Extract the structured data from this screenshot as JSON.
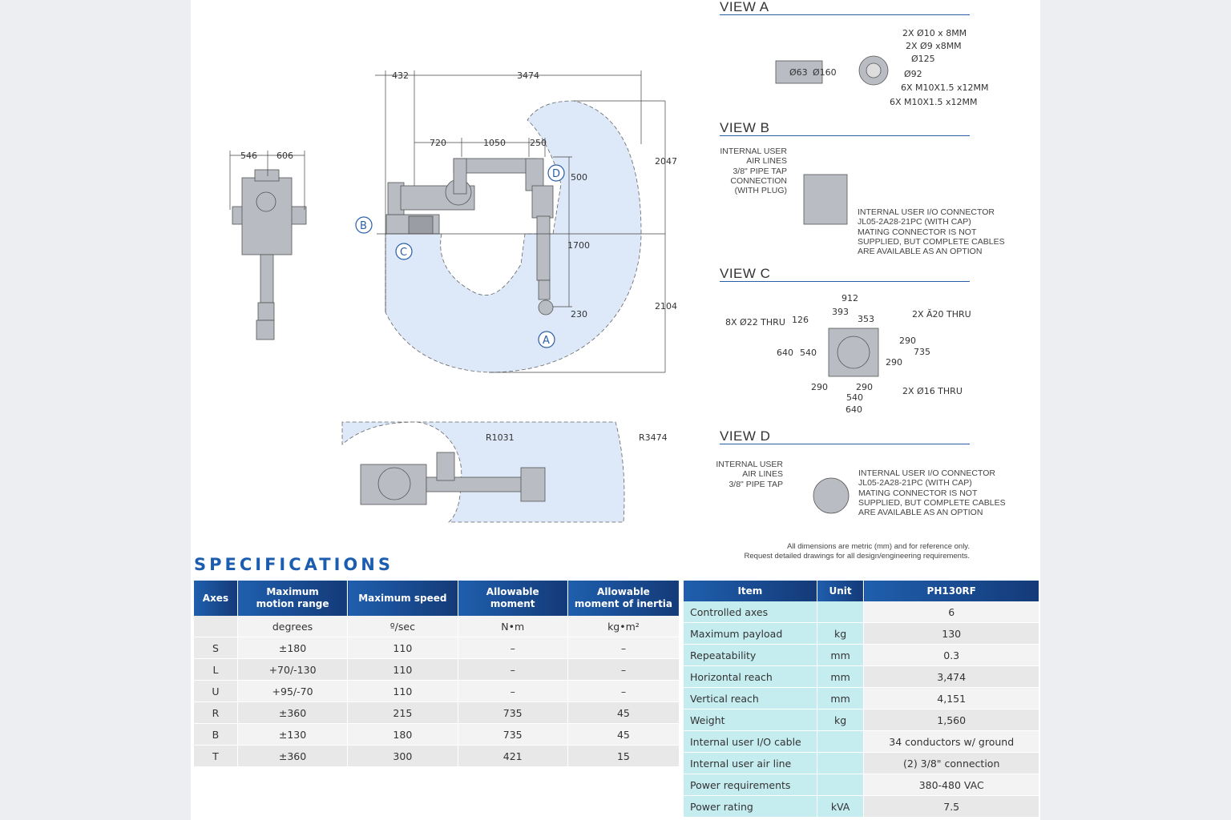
{
  "drawing": {
    "side_view": {
      "dims": [
        "546",
        "606"
      ]
    },
    "main_view": {
      "dims": [
        "432",
        "3474",
        "720",
        "1050",
        "250",
        "2047",
        "500",
        "1700",
        "230",
        "2104"
      ],
      "labels": [
        "A",
        "B",
        "C",
        "D"
      ]
    },
    "top_view": {
      "dims": [
        "R1031",
        "R3474"
      ]
    }
  },
  "view_a": {
    "title": "VIEW A",
    "dims": [
      "Ø63",
      "Ø160"
    ],
    "callouts": [
      "2X Ø10 x 8MM",
      "2X Ø9 x8MM",
      "Ø125",
      "Ø92",
      "6X M10X1.5  x12MM",
      "6X M10X1.5  x12MM"
    ]
  },
  "view_b": {
    "title": "VIEW B",
    "note_left": "INTERNAL USER\nAIR LINES\n3/8\" PIPE TAP\nCONNECTION\n(WITH PLUG)",
    "note_right": "INTERNAL USER I/O CONNECTOR\nJL05-2A28-21PC (WITH CAP)\nMATING CONNECTOR IS NOT\nSUPPLIED, BUT COMPLETE CABLES\nARE AVAILABLE AS AN OPTION"
  },
  "view_c": {
    "title": "VIEW C",
    "dims": [
      "912",
      "393",
      "353",
      "126",
      "640",
      "540",
      "290",
      "735",
      "290",
      "290",
      "290",
      "540",
      "640"
    ],
    "callouts": [
      "8X Ø22 THRU",
      "2X  Ă20 THRU",
      "2X Ø16 THRU"
    ]
  },
  "view_d": {
    "title": "VIEW D",
    "note_left": "INTERNAL USER\nAIR LINES\n3/8\" PIPE TAP",
    "note_right": "INTERNAL USER I/O CONNECTOR\nJL05-2A28-21PC (WITH CAP)\nMATING CONNECTOR IS NOT\nSUPPLIED, BUT COMPLETE CABLES\nARE AVAILABLE AS AN OPTION"
  },
  "footnote": "All dimensions are metric (mm) and for reference only.\nRequest detailed drawings for all design/engineering requirements.",
  "specifications": {
    "heading": "SPECIFICATIONS",
    "axes_table": {
      "headers": [
        "Axes",
        "Maximum\nmotion range",
        "Maximum speed",
        "Allowable\nmoment",
        "Allowable\nmoment of inertia"
      ],
      "units": [
        "",
        "degrees",
        "º/sec",
        "N•m",
        "kg•m²"
      ],
      "rows": [
        [
          "S",
          "±180",
          "110",
          "–",
          "–"
        ],
        [
          "L",
          "+70/-130",
          "110",
          "–",
          "–"
        ],
        [
          "U",
          "+95/-70",
          "110",
          "–",
          "–"
        ],
        [
          "R",
          "±360",
          "215",
          "735",
          "45"
        ],
        [
          "B",
          "±130",
          "180",
          "735",
          "45"
        ],
        [
          "T",
          "±360",
          "300",
          "421",
          "15"
        ]
      ]
    },
    "item_table": {
      "headers": [
        "Item",
        "Unit",
        "PH130RF"
      ],
      "rows": [
        [
          "Controlled axes",
          "",
          "6"
        ],
        [
          "Maximum payload",
          "kg",
          "130"
        ],
        [
          "Repeatability",
          "mm",
          "0.3"
        ],
        [
          "Horizontal reach",
          "mm",
          "3,474"
        ],
        [
          "Vertical reach",
          "mm",
          "4,151"
        ],
        [
          "Weight",
          "kg",
          "1,560"
        ],
        [
          "Internal user I/O cable",
          "",
          "34 conductors w/ ground"
        ],
        [
          "Internal user air line",
          "",
          "(2) 3/8\" connection"
        ],
        [
          "Power requirements",
          "",
          "380-480 VAC"
        ],
        [
          "Power rating",
          "kVA",
          "7.5"
        ]
      ]
    }
  }
}
